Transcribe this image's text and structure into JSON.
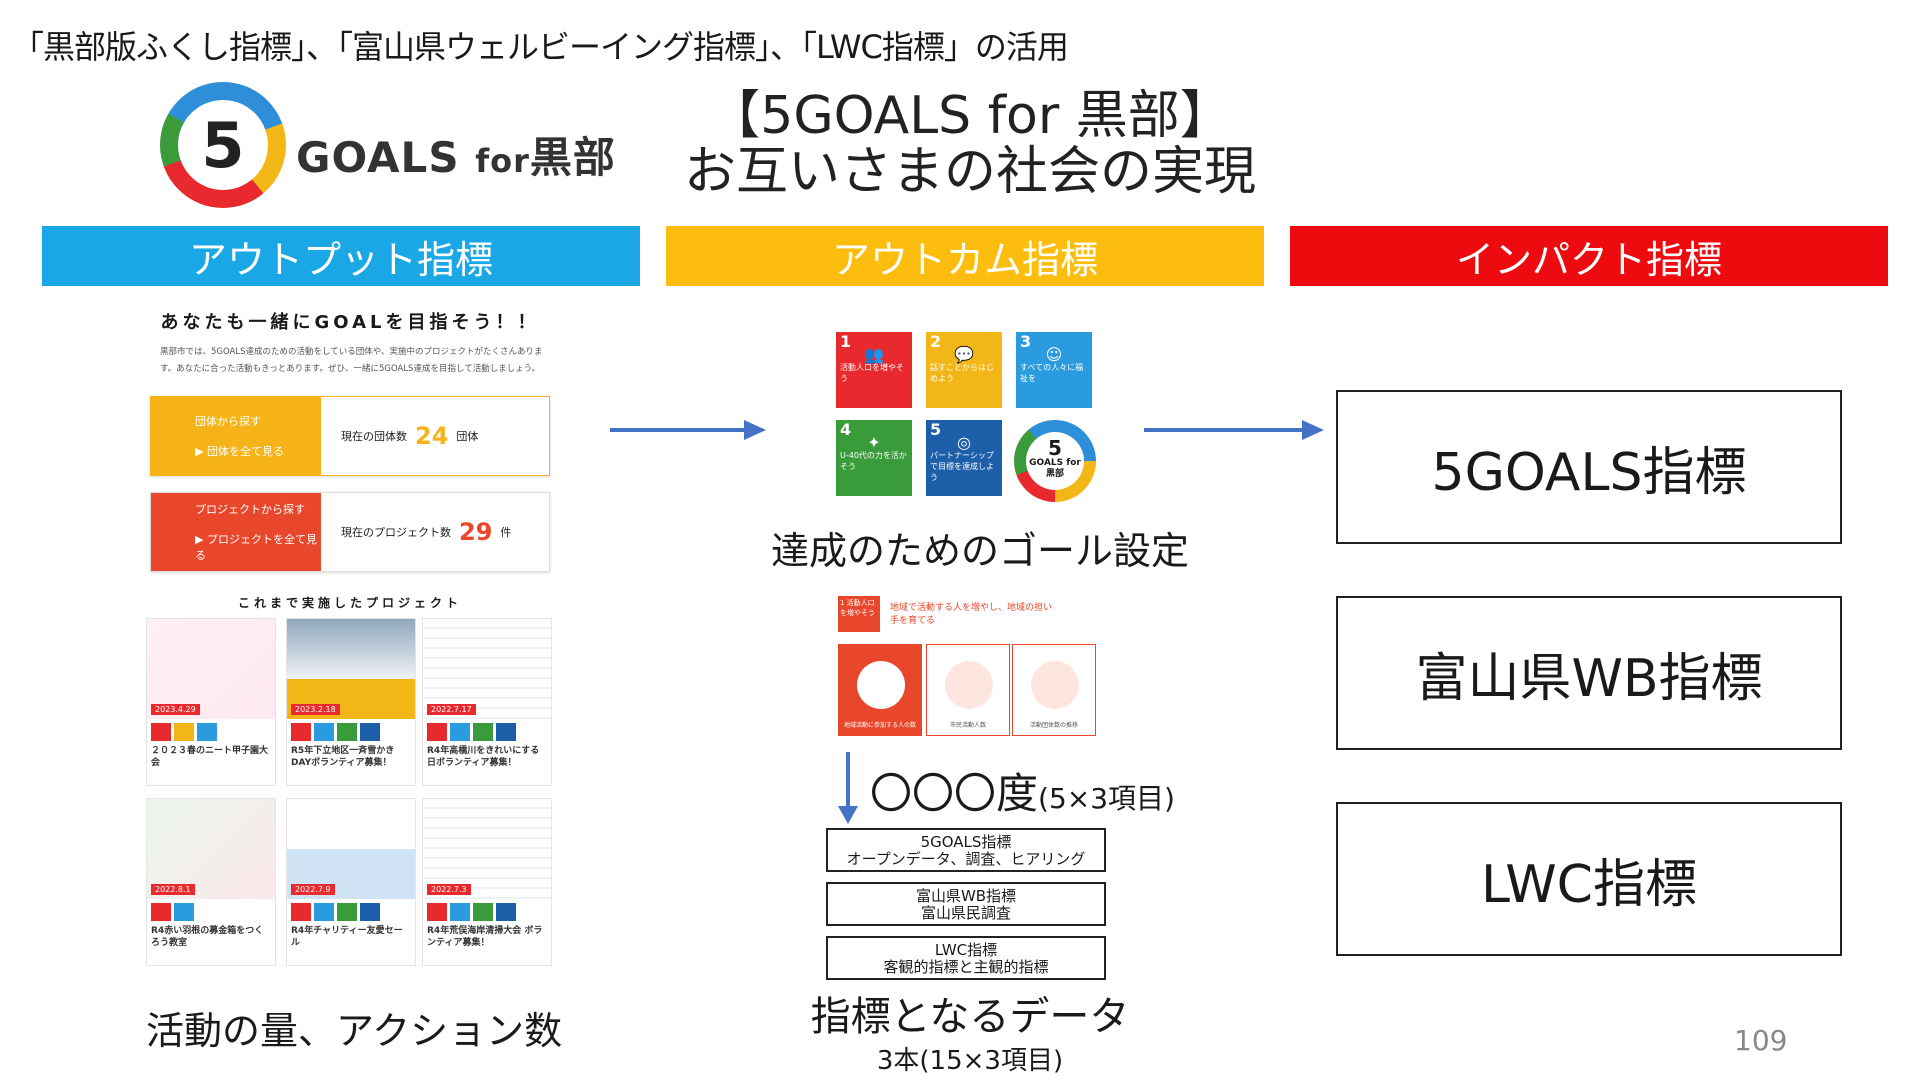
{
  "top_caption": "「黒部版ふくし指標」、「富山県ウェルビーイング指標」、「LWC指標」の活用",
  "logo": {
    "number": "5",
    "text_main": "GOALS ",
    "text_small": "for",
    "text_place": "黒部"
  },
  "main_title": [
    "【5GOALS for 黒部】",
    "お互いさまの社会の実現"
  ],
  "categories": [
    "アウトプット指標",
    "アウトカム指標",
    "インパクト指標"
  ],
  "left_panel": {
    "heading": "あなたも一緒にGOALを目指そう！！",
    "paragraph": "黒部市では、5GOALS達成のための活動をしている団体や、実施中のプロジェクトがたくさんあります。あなたに合った活動もきっとあります。ぜひ、一緒に5GOALS達成を目指して活動しましょう。",
    "card1": {
      "title": "団体から探す",
      "link": "団体を全て見る",
      "label": "現在の団体数",
      "value": "24",
      "unit": "団体"
    },
    "card2": {
      "title": "プロジェクトから探す",
      "link": "プロジェクトを全て見る",
      "label": "現在のプロジェクト数",
      "value": "29",
      "unit": "件"
    },
    "projects_heading": "これまで実施したプロジェクト",
    "projects": [
      {
        "date": "2023.4.29",
        "caption": "２０２３春のニート甲子園大会"
      },
      {
        "date": "2023.2.18",
        "caption": "R5年下立地区一斉雪かきDAYボランティア募集！"
      },
      {
        "date": "2022.7.17",
        "caption": "R4年高橋川をきれいにする日ボランティア募集！"
      },
      {
        "date": "2022.8.1",
        "caption": "R4赤い羽根の募金箱をつくろう教室"
      },
      {
        "date": "2022.7.9",
        "caption": "R4年チャリティー友愛セール"
      },
      {
        "date": "2022.7.3",
        "caption": "R4年荒俣海岸清掃大会 ボランティア募集！"
      }
    ],
    "bottom_caption": "活動の量、アクション数"
  },
  "goals": [
    {
      "n": "1",
      "icon": "people-icon",
      "text": "活動人口を増やそう",
      "color": "#e8292d"
    },
    {
      "n": "2",
      "icon": "group-icon",
      "text": "話すことからはじめよう",
      "color": "#f2b616"
    },
    {
      "n": "3",
      "icon": "community-icon",
      "text": "すべての人々に福祉を",
      "color": "#2b9be0"
    },
    {
      "n": "4",
      "icon": "youth-icon",
      "text": "U-40代の力を活かそう",
      "color": "#3a9b3a"
    },
    {
      "n": "5",
      "icon": "globe-icon",
      "text": "パートナーシップで目標を達成しよう",
      "color": "#1d5fa8"
    }
  ],
  "goal5_logo": {
    "number": "5",
    "text": "GOALS for 黒部"
  },
  "goal_caption": "達成のためのゴール設定",
  "detail": {
    "tile_text": "1 活動人口を増やそう",
    "header": "地域で活動する人を増やし、地域の担い手を育てる",
    "labels": [
      "地域活動に参加する人の数",
      "市民活動人数",
      "活動団体数の推移"
    ]
  },
  "degree": {
    "main": "〇〇〇度",
    "sub": "(5×3項目)"
  },
  "data_boxes": [
    {
      "line1": "5GOALS指標",
      "line2": "オープンデータ、調査、ヒアリング"
    },
    {
      "line1": "富山県WB指標",
      "line2": "富山県民調査"
    },
    {
      "line1": "LWC指標",
      "line2": "客観的指標と主観的指標"
    }
  ],
  "mid_bottom": {
    "main": "指標となるデータ",
    "sub": "3本(15×3項目)"
  },
  "indicators": [
    "5GOALS指標",
    "富山県WB指標",
    "LWC指標"
  ],
  "page_number": "109",
  "colors": {
    "output": "#1aa7e6",
    "outcome": "#fdbd0e",
    "impact": "#ee0b10",
    "arrow": "#4472c4"
  }
}
